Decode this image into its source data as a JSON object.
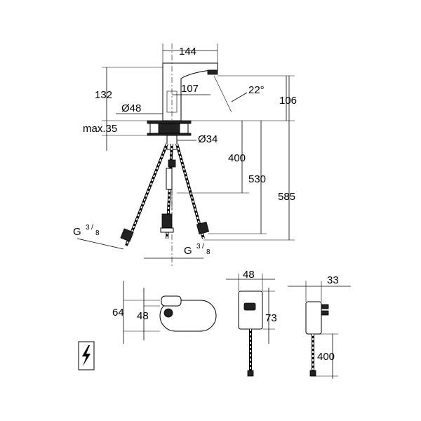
{
  "dimensions": {
    "width_top": "144",
    "height_body": "132",
    "reach": "107",
    "angle": "22°",
    "spout_height": "106",
    "diameter_body": "Ø48",
    "deck_thickness": "max.35",
    "diameter_hole": "Ø34",
    "hose_400": "400",
    "hose_530": "530",
    "hose_585": "585",
    "thread_left_prefix": "G",
    "thread_left_num": "3",
    "thread_left_den": "8",
    "thread_right_prefix": "G",
    "thread_right_num": "3",
    "thread_right_den": "8",
    "top_view_64": "64",
    "top_view_48": "48",
    "psu_width": "48",
    "psu_height": "73",
    "psu_depth": "33",
    "psu_cable": "400"
  },
  "icons": {
    "electric_hazard": "lightning-icon"
  }
}
